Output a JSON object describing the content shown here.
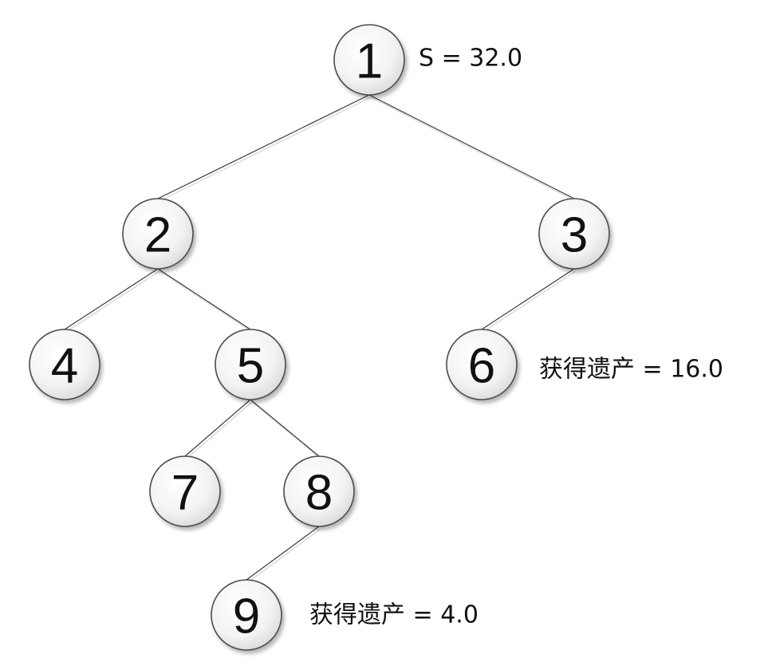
{
  "tree": {
    "nodes": [
      {
        "id": "1",
        "label": "1"
      },
      {
        "id": "2",
        "label": "2"
      },
      {
        "id": "3",
        "label": "3"
      },
      {
        "id": "4",
        "label": "4"
      },
      {
        "id": "5",
        "label": "5"
      },
      {
        "id": "6",
        "label": "6"
      },
      {
        "id": "7",
        "label": "7"
      },
      {
        "id": "8",
        "label": "8"
      },
      {
        "id": "9",
        "label": "9"
      }
    ],
    "edges": [
      {
        "from": "1",
        "to": "2"
      },
      {
        "from": "1",
        "to": "3"
      },
      {
        "from": "2",
        "to": "4"
      },
      {
        "from": "2",
        "to": "5"
      },
      {
        "from": "3",
        "to": "6"
      },
      {
        "from": "5",
        "to": "7"
      },
      {
        "from": "5",
        "to": "8"
      },
      {
        "from": "8",
        "to": "9"
      }
    ]
  },
  "annotations": {
    "root_s": "S = 32.0",
    "node6_inheritance": "获得遗产 = 16.0",
    "node9_inheritance": "获得遗产 = 4.0"
  }
}
